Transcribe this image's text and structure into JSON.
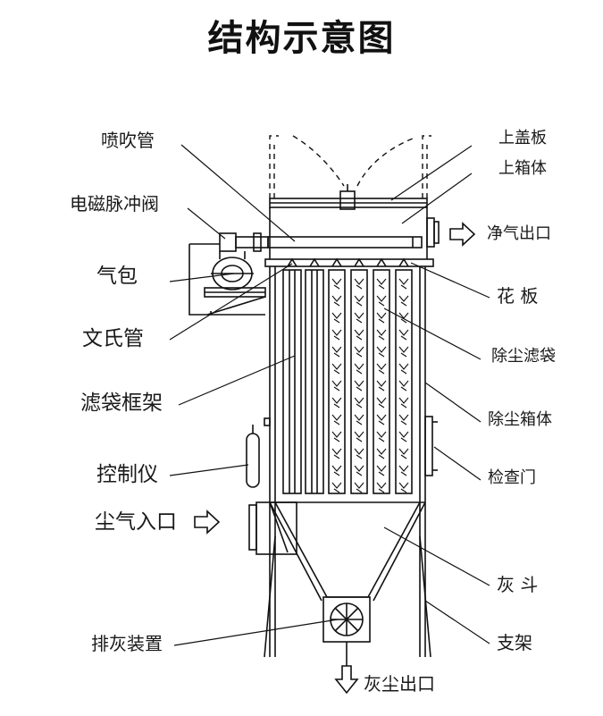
{
  "title": "结构示意图",
  "labels": {
    "penchuiguan": "喷吹管",
    "dianci": "电磁脉冲阀",
    "qibao": "气包",
    "wenshiguan": "文氏管",
    "lvdaikuangjia": "滤袋框架",
    "kongzhiyi": "控制仪",
    "chenqirukou": "尘气入口",
    "paihuizhuangzhi": "排灰装置",
    "huichenchukou": "灰尘出口",
    "shanggaiban": "上盖板",
    "shangxiangti": "上箱体",
    "jingqichukou": "净气出口",
    "huaban": "花 板",
    "chuchenlvdai": "除尘滤袋",
    "chuchenxiangti": "除尘箱体",
    "jianchamen": "检查门",
    "huidou": "灰 斗",
    "zhijia": "支架"
  },
  "colors": {
    "line": "#111111",
    "text": "#1a1a1a",
    "background": "#ffffff"
  }
}
